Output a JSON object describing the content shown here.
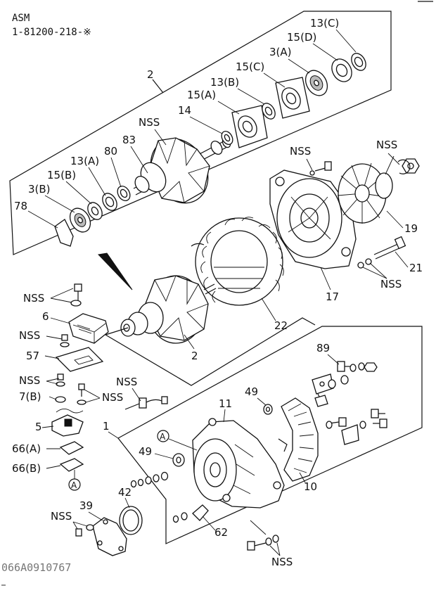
{
  "header": {
    "line1": "ASM",
    "line2": "1-81200-218-※"
  },
  "footer_code": "066A0910767",
  "callout_marker": "A",
  "labels": {
    "l_2_top": "2",
    "l_13c": "13(C)",
    "l_15d": "15(D)",
    "l_3a": "3(A)",
    "l_15c": "15(C)",
    "l_13b": "13(B)",
    "l_15a": "15(A)",
    "l_14": "14",
    "l_nss_rotor": "NSS",
    "l_83": "83",
    "l_80": "80",
    "l_13a": "13(A)",
    "l_15b": "15(B)",
    "l_3b": "3(B)",
    "l_78": "78",
    "l_nss_fan1": "NSS",
    "l_nss_fan2": "NSS",
    "l_19": "19",
    "l_21": "21",
    "l_nss_bolt21": "NSS",
    "l_17": "17",
    "l_22": "22",
    "l_2_mid": "2",
    "l_nss_reg": "NSS",
    "l_6": "6",
    "l_nss_57": "NSS",
    "l_57": "57",
    "l_nss_7b_a": "NSS",
    "l_7b": "7(B)",
    "l_nss_7b_b": "NSS",
    "l_5": "5",
    "l_66a": "66(A)",
    "l_66b": "66(B)",
    "l_nss_wire": "NSS",
    "l_1": "1",
    "l_49_top": "49",
    "l_89": "89",
    "l_11": "11",
    "l_49_mid": "49",
    "l_10": "10",
    "l_42": "42",
    "l_39": "39",
    "l_nss_cover": "NSS",
    "l_62": "62",
    "l_nss_bottom": "NSS"
  }
}
